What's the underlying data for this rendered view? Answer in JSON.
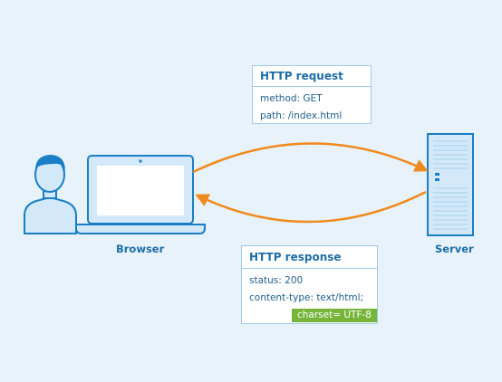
{
  "request": {
    "title": "HTTP request",
    "lines": [
      "method: GET",
      "path: /index.html"
    ]
  },
  "response": {
    "title": "HTTP response",
    "lines": [
      "status: 200",
      "content-type: text/html;"
    ],
    "charset": "charset= UTF-8"
  },
  "labels": {
    "browser": "Browser",
    "server": "Server"
  },
  "icons": {
    "user": "user-icon",
    "laptop": "laptop-icon",
    "server": "server-icon"
  },
  "colors": {
    "background": "#e8f2fb",
    "icon_fill": "#d3e9f9",
    "outline": "#1a7fc4",
    "hair": "#1a7fc4",
    "arrow": "#f08a1c",
    "label": "#1d6ea6",
    "highlight": "#77b43a"
  }
}
